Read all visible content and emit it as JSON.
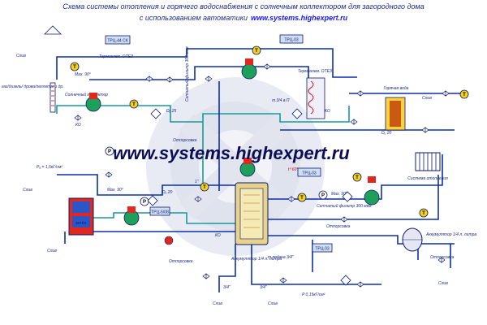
{
  "title_line1": "Схема системы отопления и горячего водоснабжения с солнечным коллектором для загородного дома",
  "title_line2_prefix": "с использованием автоматики",
  "title_url": "www.systems.highexpert.ru",
  "watermark": "www.systems.highexpert.ru",
  "controllers": {
    "top_left": "ТРЦ-44 СК",
    "top_mid": "ТРЦ-03",
    "mid_right": "ТРЦ-03",
    "left_mid": "ТРЦ-5/08",
    "bottom": "ТРЦ-03"
  },
  "labels": {
    "drain": "Слив",
    "drain_valve": "Отпорсовка",
    "solar": "Солнечный коллектор",
    "hot_water": "Горячая вода",
    "heating": "Система отопления",
    "accumulator_big": "Аккумулятор 1/4 л. литра",
    "accumulator_right": "Аккумулятор 1/4 л. литра",
    "thermostat_top": "Термоэлем. ОТЕЗ",
    "thermostat_right": "Термоэлем. ОТЕЗ",
    "max90_a": "Max. 90°",
    "max90_b": "Max. 90°",
    "max90_c": "Max. 90°",
    "filter_a": "Сетчатый фильтр 300 мкм",
    "filter_b": "Сетчатый фильтр 300 мкм",
    "pressure": "Pₐ = 1,5кГ/см²",
    "pressure_b": "P 0,15кГ/см²",
    "boiler": "котёл",
    "fuel_note": "газ/дизель/ дрова/пеллеты и др.",
    "ko": "КО",
    "size_a": "3/4\"",
    "size_b": "1\"",
    "du_20": "Dᵤ 20",
    "du_25": "Dᵤ 25",
    "cold_supply": "т.3/4 в.П",
    "temp_g": "t⁰ 60°",
    "water_inlet": "т.подача 3/4\""
  },
  "gauges": [
    "T",
    "P",
    "T",
    "T",
    "P",
    "T",
    "T",
    "P",
    "T",
    "T",
    "T"
  ],
  "colors": {
    "pipe_blue": "#0a2fb0",
    "pipe_teal": "#1a9a9a",
    "pipe_red": "#d01010",
    "controller_fill": "#cfe0f5",
    "pump_green": "#1fa05a",
    "gauge_yellow": "#f4d21a",
    "boiler_red": "#e0281e",
    "hot_water_box": "#ffd23c",
    "accum_fill": "#e7e7f3"
  }
}
